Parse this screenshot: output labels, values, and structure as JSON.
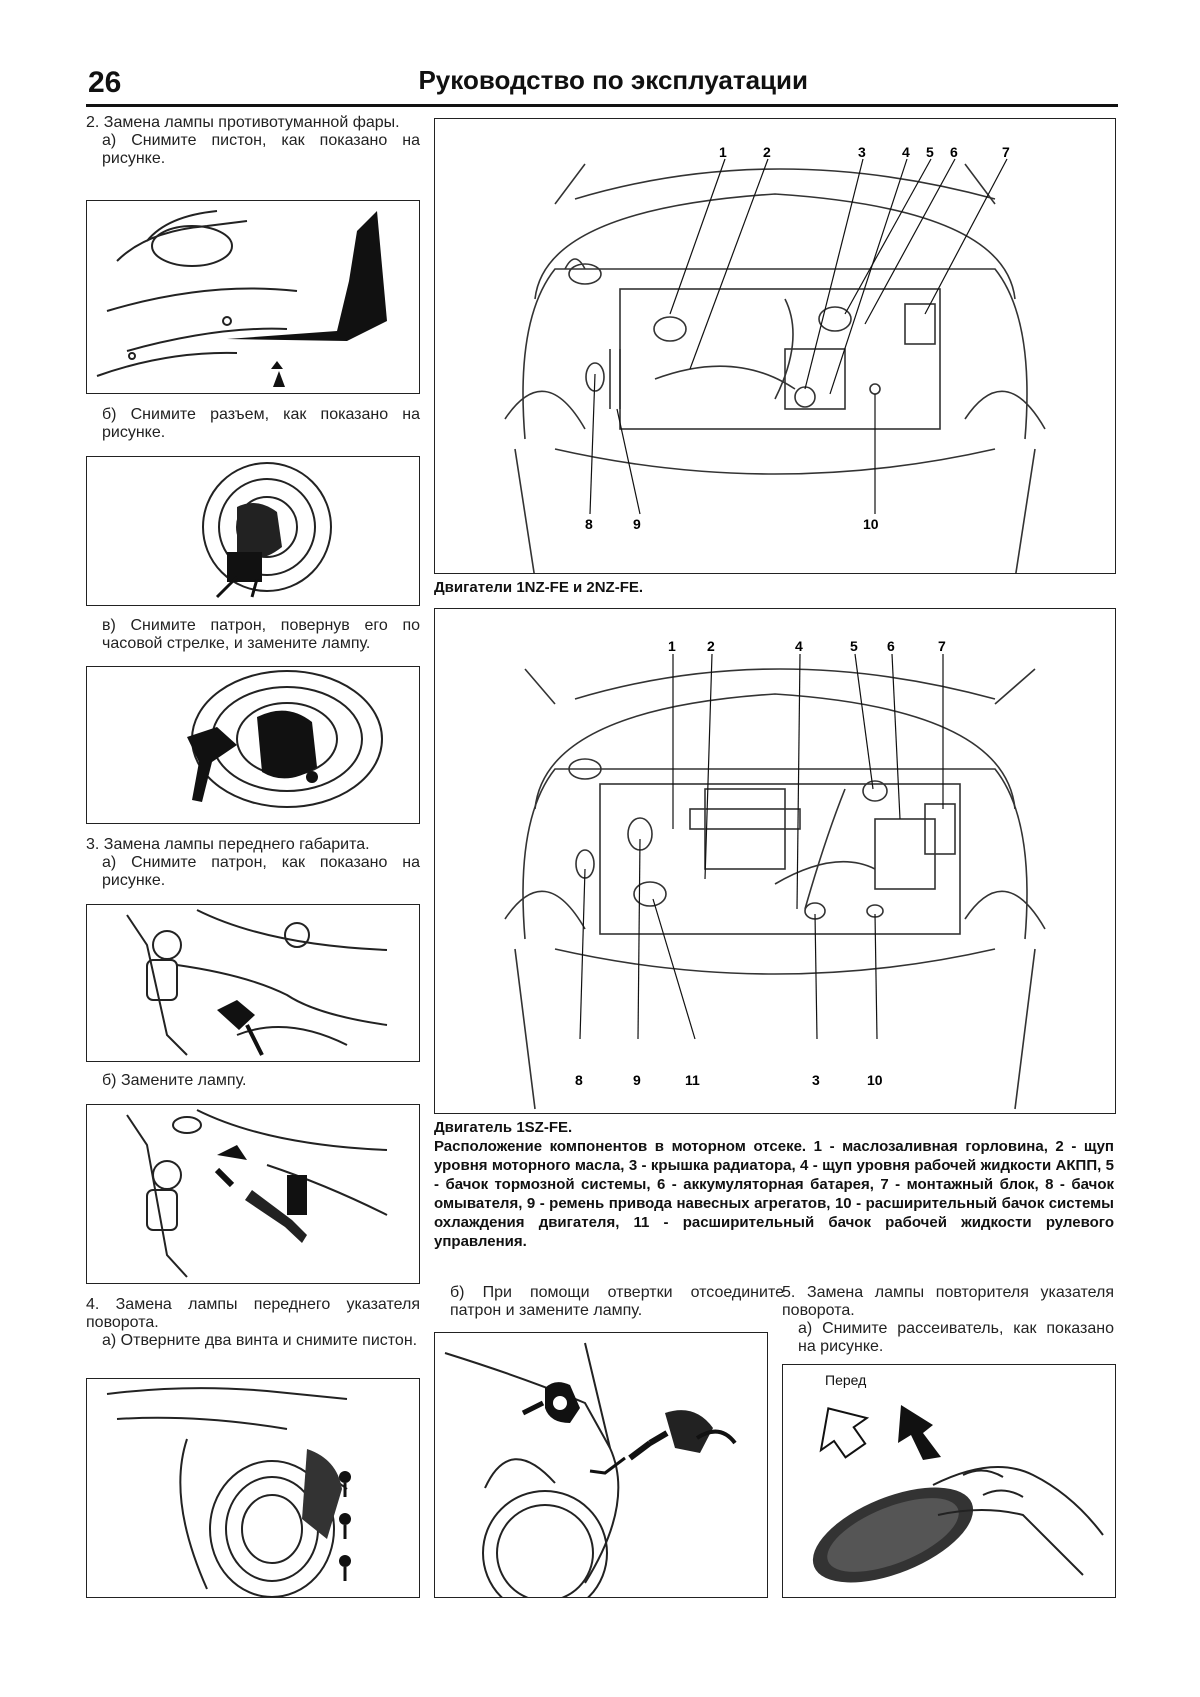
{
  "header": {
    "page_number": "26",
    "title": "Руководство по эксплуатации"
  },
  "left_column": {
    "step2_title": "2. Замена лампы противотуманной фары.",
    "step2a": "а) Снимите пистон, как показано на рисунке.",
    "step2b": "б) Снимите разъем, как показано на рисунке.",
    "step2c": "в) Снимите патрон, повернув его по часовой стрелке, и замените лампу.",
    "step3_title": "3. Замена лампы переднего габарита.",
    "step3a": "а) Снимите патрон, как показано на рисунке.",
    "step3b": "б) Замените лампу.",
    "step4_title": "4. Замена лампы переднего указателя поворота.",
    "step4a": "а) Отверните два винта и снимите пистон."
  },
  "engine_diagram_top": {
    "callouts_top": [
      "1",
      "2",
      "3",
      "4",
      "5",
      "6",
      "7"
    ],
    "callouts_bottom": [
      "8",
      "9",
      "10"
    ],
    "caption": "Двигатели 1NZ-FE и 2NZ-FE."
  },
  "engine_diagram_bottom": {
    "callouts_top": [
      "1",
      "2",
      "4",
      "5",
      "6",
      "7"
    ],
    "callouts_bottom": [
      "8",
      "9",
      "11",
      "3",
      "10"
    ],
    "caption_title": "Двигатель 1SZ-FE.",
    "caption_body": "Расположение компонентов в моторном отсеке. 1 - маслозаливная горловина, 2 - щуп уровня моторного масла, 3 - крышка радиатора, 4 - щуп уровня рабочей жидкости АКПП, 5 - бачок тормозной системы, 6 - аккумуляторная батарея, 7 - монтажный блок, 8 - бачок омывателя, 9 - ремень привода навесных агрегатов, 10 - расширительный бачок системы охлаждения двигателя, 11 - расширительный бачок рабочей жидкости рулевого управления."
  },
  "middle_bottom": {
    "step4b": "б) При помощи отвертки отсоедините патрон и замените лампу."
  },
  "right_bottom": {
    "step5_title": "5. Замена лампы повторителя указателя поворота.",
    "step5a": "а) Снимите рассеиватель, как показано на рисунке.",
    "front_label": "Перед"
  }
}
